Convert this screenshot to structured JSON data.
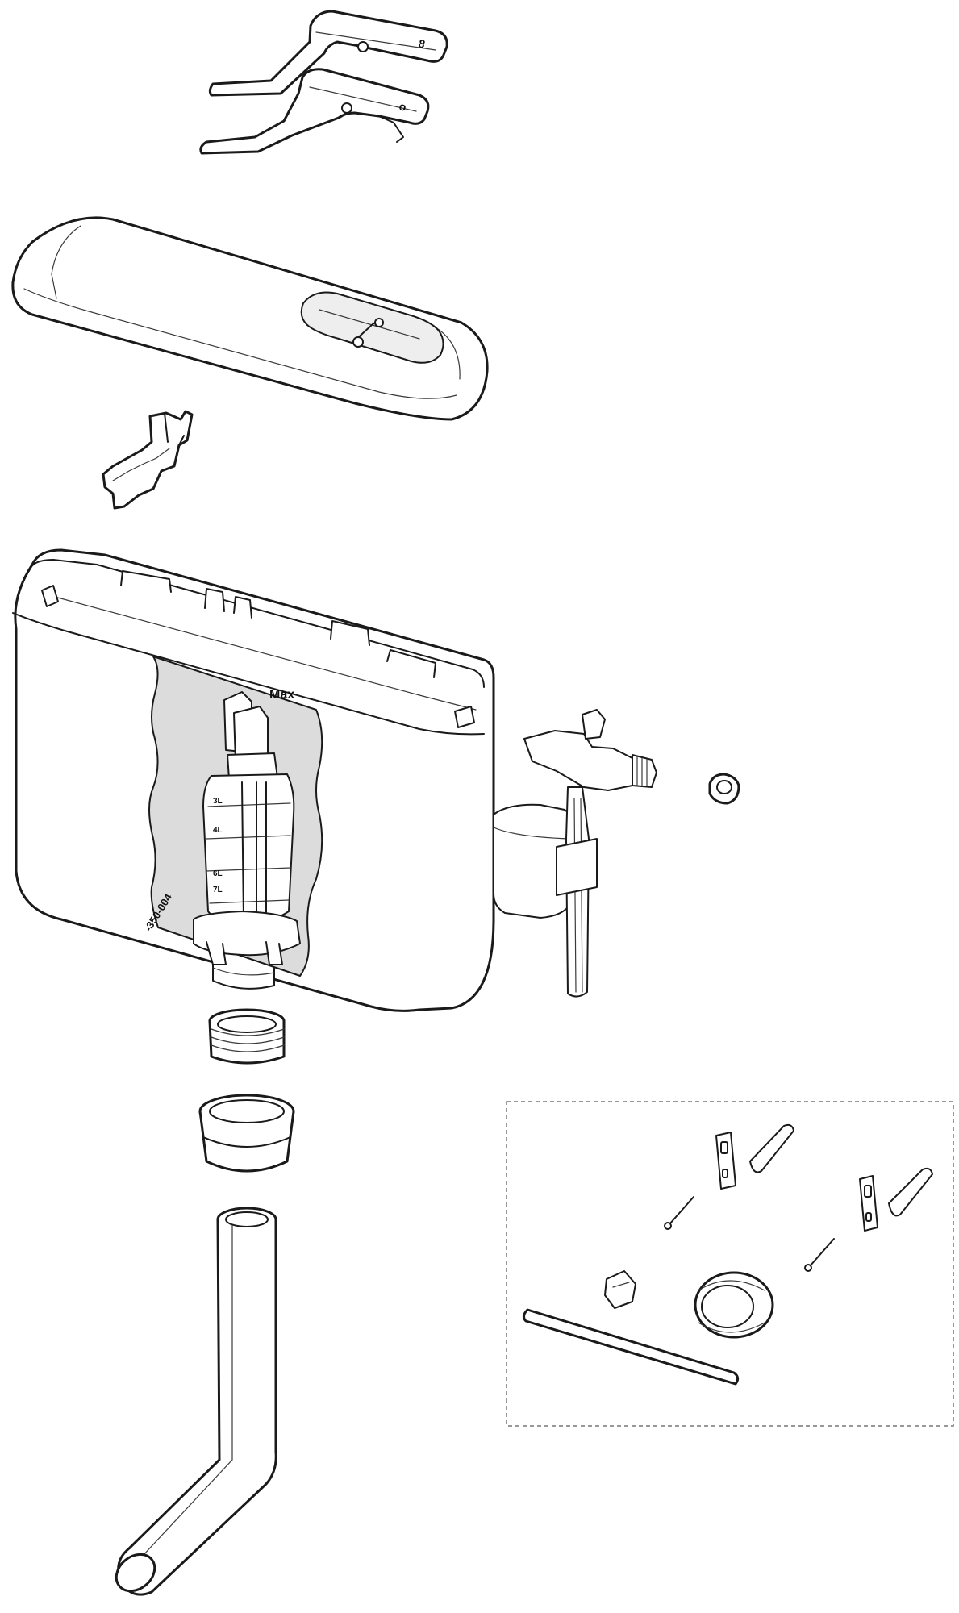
{
  "diagram": {
    "labels": {
      "max": "Max",
      "scale_3l": "3L",
      "scale_4l": "4L",
      "scale_6l": "6L",
      "scale_7l": "7L",
      "part_code": "-350-004"
    },
    "button_symbols": {
      "big_flush": "big-flush-symbol",
      "small_flush": "small-flush-symbol"
    }
  }
}
